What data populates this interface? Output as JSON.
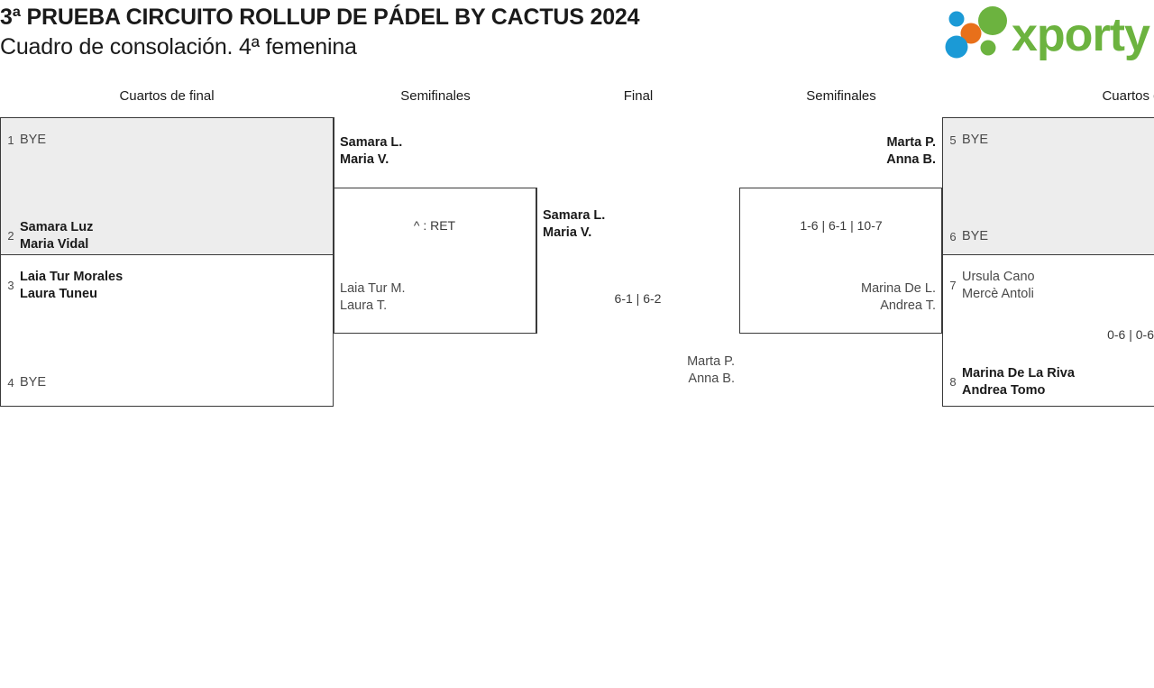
{
  "header": {
    "title_line1": "3ª PRUEBA CIRCUITO ROLLUP DE PÁDEL BY CACTUS 2024",
    "title_line2": "Cuadro de consolación. 4ª femenina",
    "logo_text": "xporty",
    "logo_colors": {
      "green": "#6CB33F",
      "blue": "#1B9AD6",
      "orange": "#E8701A"
    }
  },
  "columns": [
    {
      "id": "qf-left",
      "label": "Cuartos de final"
    },
    {
      "id": "sf-left",
      "label": "Semifinales"
    },
    {
      "id": "final",
      "label": "Final"
    },
    {
      "id": "sf-right",
      "label": "Semifinales"
    },
    {
      "id": "qf-right",
      "label": "Cuartos de final"
    }
  ],
  "bracket": {
    "qf_left": {
      "match1": {
        "top": {
          "seed": "1",
          "line1": "BYE",
          "line2": "",
          "state": "bye"
        },
        "bottom": {
          "seed": "2",
          "line1": "Samara Luz",
          "line2": "Maria Vidal",
          "state": "winner"
        },
        "score": ""
      },
      "match2": {
        "top": {
          "seed": "3",
          "line1": "Laia Tur Morales",
          "line2": "Laura Tuneu",
          "state": "winner"
        },
        "bottom": {
          "seed": "4",
          "line1": "BYE",
          "line2": "",
          "state": "bye"
        },
        "score": ""
      }
    },
    "sf_left": {
      "match": {
        "top": {
          "line1": "Samara L.",
          "line2": "Maria V.",
          "state": "winner"
        },
        "bottom": {
          "line1": "Laia Tur M.",
          "line2": "Laura T.",
          "state": "loser"
        },
        "score": "^ : RET"
      }
    },
    "final": {
      "match": {
        "top": {
          "line1": "Samara L.",
          "line2": "Maria V.",
          "state": "winner"
        },
        "bottom": {
          "line1": "Marta P.",
          "line2": "Anna B.",
          "state": "loser"
        },
        "score": "6-1 | 6-2"
      }
    },
    "sf_right": {
      "match": {
        "top": {
          "line1": "Marta P.",
          "line2": "Anna B.",
          "state": "winner"
        },
        "bottom": {
          "line1": "Marina De L.",
          "line2": "Andrea T.",
          "state": "loser"
        },
        "score": "1-6 | 6-1 | 10-7"
      }
    },
    "qf_right": {
      "match1": {
        "top": {
          "seed": "5",
          "line1": "BYE",
          "line2": "",
          "state": "bye"
        },
        "bottom": {
          "seed": "6",
          "line1": "BYE",
          "line2": "",
          "state": "bye"
        },
        "score": ""
      },
      "match2": {
        "top": {
          "seed": "7",
          "line1": "Ursula Cano",
          "line2": "Mercè Antoli",
          "state": "loser"
        },
        "bottom": {
          "seed": "8",
          "line1": "Marina De La Riva",
          "line2": "Andrea Tomo",
          "state": "winner"
        },
        "score": "0-6 | 0-6"
      }
    }
  }
}
